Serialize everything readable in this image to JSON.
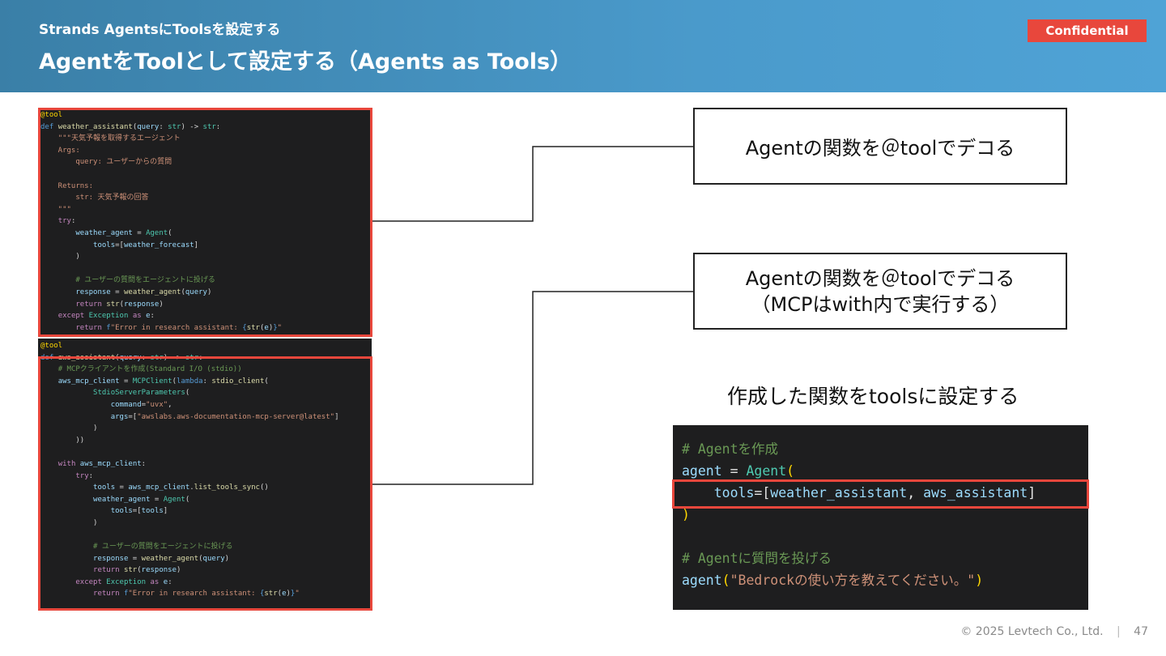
{
  "header": {
    "subtitle": "Strands AgentsにToolsを設定する",
    "title": "AgentをToolとして設定する（Agents as Tools）",
    "badge": "Confidential"
  },
  "callouts": {
    "box1": "Agentの関数を＠toolでデコる",
    "box2_line1": "Agentの関数を＠toolでデコる",
    "box2_line2": "（MCPはwith内で実行する）",
    "label3": "作成した関数をtoolsに設定する"
  },
  "footer": {
    "copyright": "© 2025 Levtech Co., Ltd.",
    "separator": "|",
    "page": "47"
  }
}
